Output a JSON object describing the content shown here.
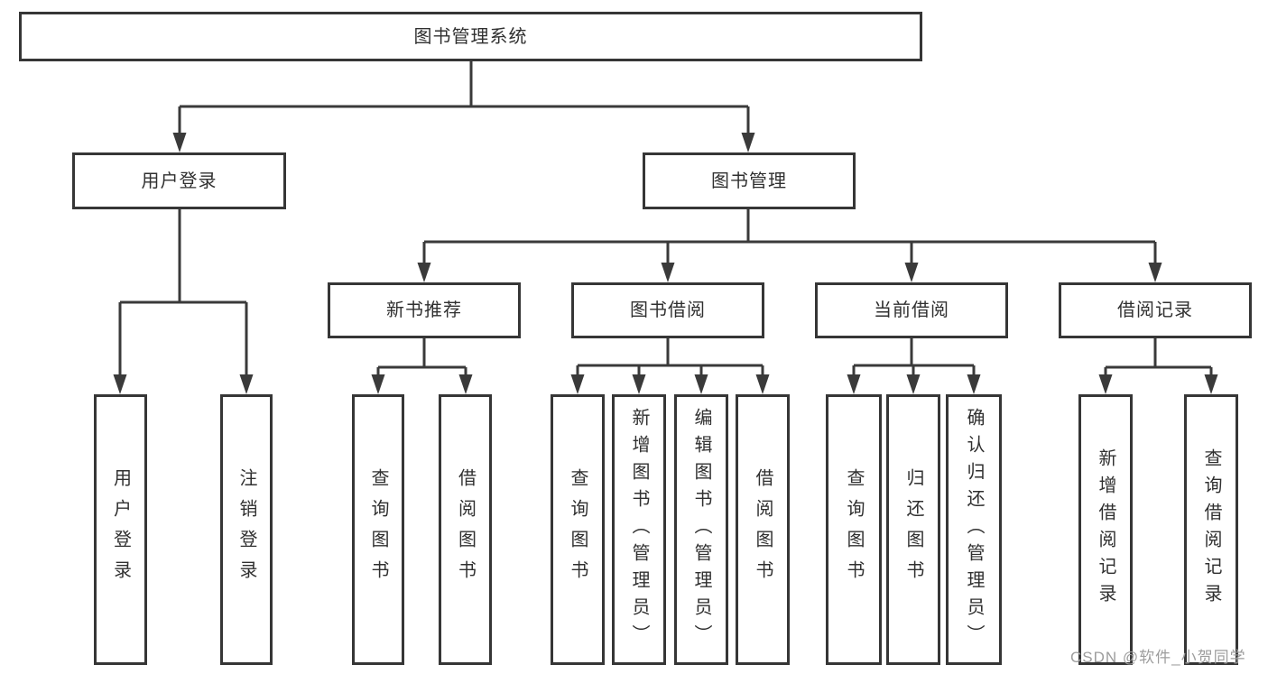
{
  "diagram": {
    "type": "tree",
    "root": {
      "label": "图书管理系统"
    },
    "children": [
      {
        "label": "用户登录",
        "children": [
          {
            "label": "用户登录"
          },
          {
            "label": "注销登录"
          }
        ]
      },
      {
        "label": "图书管理",
        "children": [
          {
            "label": "新书推荐",
            "children": [
              {
                "label": "查询图书"
              },
              {
                "label": "借阅图书"
              }
            ]
          },
          {
            "label": "图书借阅",
            "children": [
              {
                "label": "查询图书"
              },
              {
                "label": "新增图书（管理员）"
              },
              {
                "label": "编辑图书（管理员）"
              },
              {
                "label": "借阅图书"
              }
            ]
          },
          {
            "label": "当前借阅",
            "children": [
              {
                "label": "查询图书"
              },
              {
                "label": "归还图书"
              },
              {
                "label": "确认归还（管理员）"
              }
            ]
          },
          {
            "label": "借阅记录",
            "children": [
              {
                "label": "新增借阅记录"
              },
              {
                "label": "查询借阅记录"
              }
            ]
          }
        ]
      }
    ]
  },
  "watermark": {
    "text": "CSDN @软件_小贺同学"
  },
  "colors": {
    "line": "#3a3a3a",
    "border": "#363636",
    "text": "#303030",
    "watermark": "#9d9d9d",
    "background": "#ffffff"
  }
}
